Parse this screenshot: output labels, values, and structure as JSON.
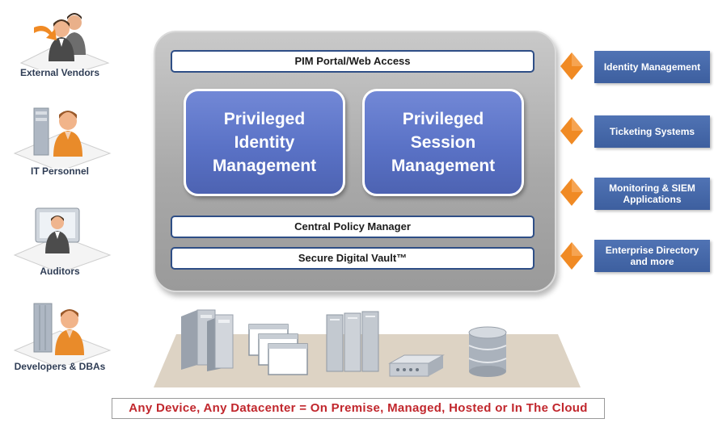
{
  "users": [
    {
      "label": "External Vendors"
    },
    {
      "label": "IT Personnel"
    },
    {
      "label": "Auditors"
    },
    {
      "label": "Developers & DBAs"
    }
  ],
  "platform": {
    "top_bar": "PIM Portal/Web Access",
    "modules": [
      {
        "label": "Privileged Identity Management"
      },
      {
        "label": "Privileged Session Management"
      }
    ],
    "policy_bar": "Central Policy Manager",
    "vault_bar": "Secure Digital Vault™"
  },
  "integrations": [
    {
      "label": "Identity Management"
    },
    {
      "label": "Ticketing Systems"
    },
    {
      "label": "Monitoring & SIEM Applications"
    },
    {
      "label": "Enterprise Directory and more"
    }
  ],
  "footer": "Any Device, Any Datacenter = On Premise, Managed, Hosted or In The Cloud",
  "colors": {
    "module_blue": "#5a72c6",
    "integration_blue": "#3d5f9f",
    "diamond_orange": "#f08a24",
    "footer_red": "#c1272d"
  }
}
